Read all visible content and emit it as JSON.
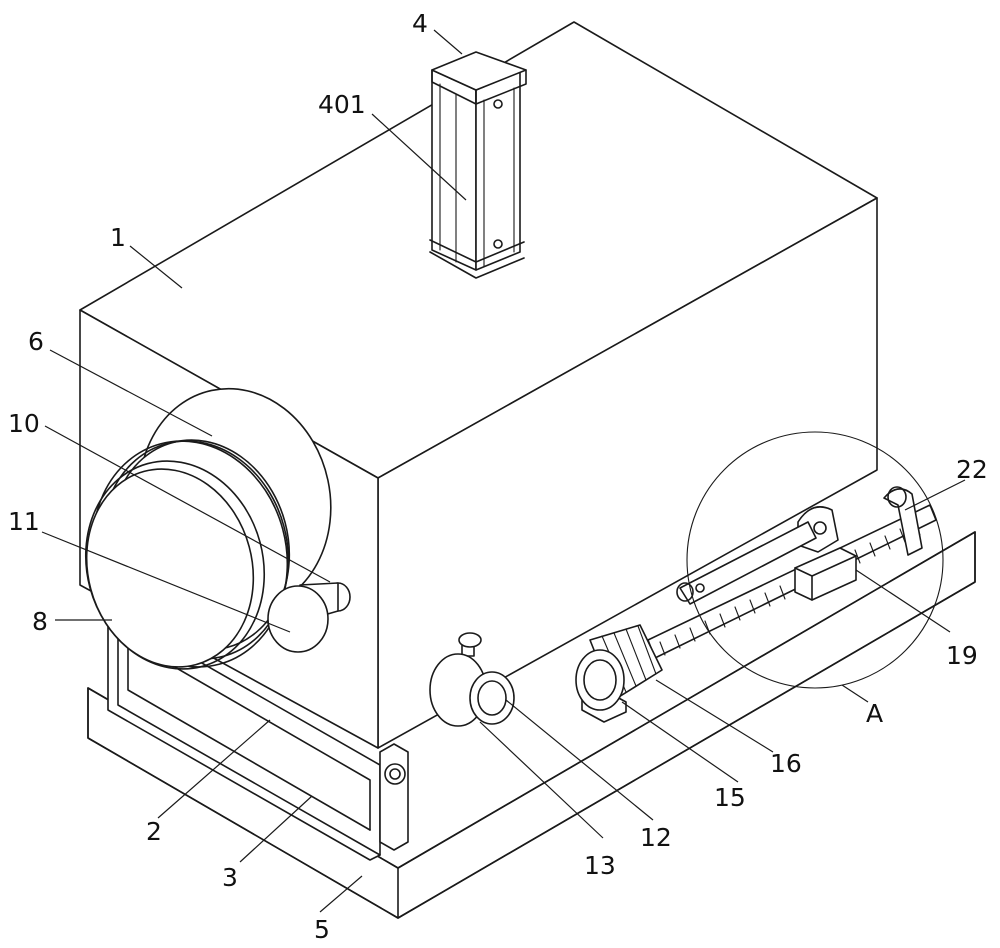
{
  "labels": {
    "l1": "1",
    "l2": "2",
    "l3": "3",
    "l4": "4",
    "l401": "401",
    "l5": "5",
    "l6": "6",
    "l8": "8",
    "l10": "10",
    "l11": "11",
    "l12": "12",
    "l13": "13",
    "l15": "15",
    "l16": "16",
    "l19": "19",
    "l22": "22",
    "lA": "A"
  }
}
